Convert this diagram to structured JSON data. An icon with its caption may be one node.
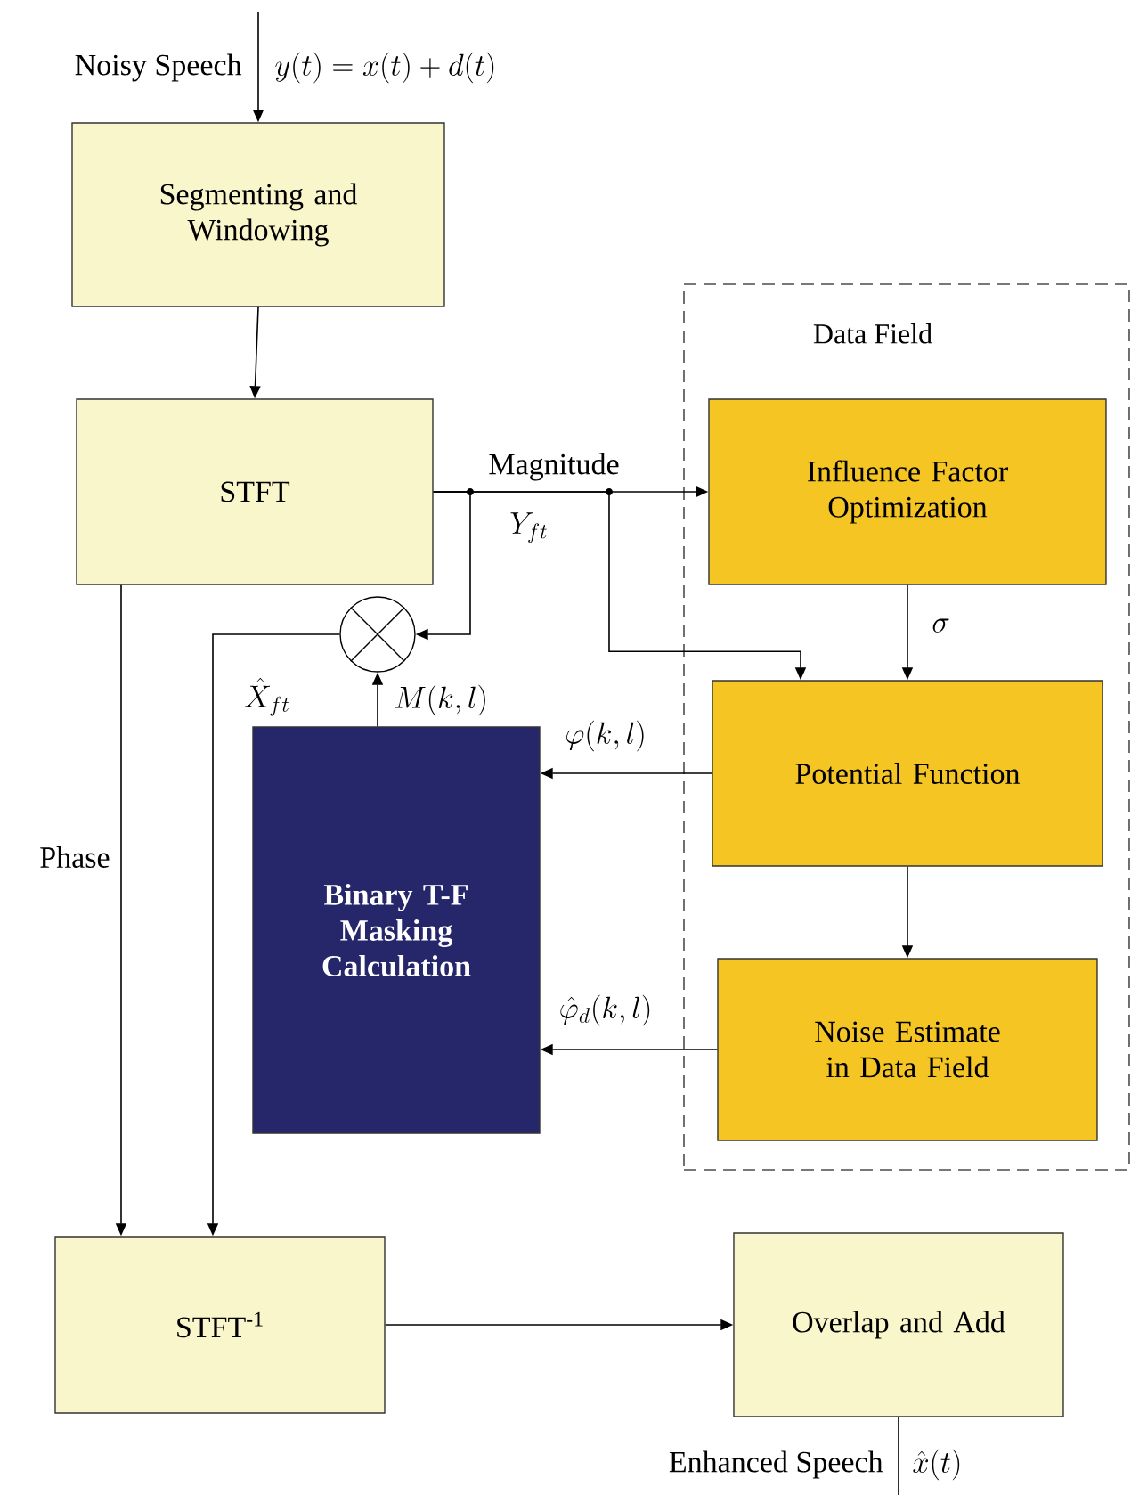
{
  "diagram": {
    "nodes": [
      {
        "text": [
          "Segmenting and Windowing"
        ]
      },
      {
        "text": [
          "STFT"
        ]
      },
      {
        "text": [
          "Data Field"
        ]
      },
      {
        "text": [
          "Influence Factor Optimization"
        ],
        "in": 2
      },
      {
        "text": [
          "Potential Function"
        ],
        "in": 2
      },
      {
        "text": [
          "Noise Estimate in Data Field"
        ],
        "in": 2
      },
      {
        "text": [],
        "shape": "circle"
      },
      {
        "text": [
          "Binary T-F Masking Calculation"
        ]
      },
      {
        "text": [
          "STFT$^{-1}$"
        ]
      },
      {
        "text": [
          "Overlap and Add"
        ]
      }
    ],
    "edges": [
      {
        "from": null,
        "to": 0,
        "arrow": "to"
      },
      {
        "from": 0,
        "to": 1,
        "arrow": "to"
      },
      {
        "from": 1,
        "to": 3,
        "arrow": "to",
        "label": "Magnitude"
      },
      {
        "from": 1,
        "to": 6,
        "arrow": "to"
      },
      {
        "from": 1,
        "to": 4,
        "arrow": "to"
      },
      {
        "from": 3,
        "to": 4,
        "arrow": "to",
        "label": "\\sigma"
      },
      {
        "from": 4,
        "to": 5,
        "arrow": "to"
      },
      {
        "from": 4,
        "to": 7,
        "arrow": "to",
        "label": "\\varphi(k,l)"
      },
      {
        "from": 5,
        "to": 7,
        "arrow": "to",
        "label": "\\hat{\\varphi}_d(k,l)"
      },
      {
        "from": 7,
        "to": 6,
        "arrow": "to",
        "label": "M(k,l)"
      },
      {
        "from": 6,
        "to": 8,
        "arrow": "to",
        "label": "\\hat{X}_{ft}"
      },
      {
        "from": 1,
        "to": 8,
        "arrow": "to",
        "label": "Phase"
      },
      {
        "from": 8,
        "to": 9,
        "arrow": "to"
      },
      {
        "from": 9,
        "to": null,
        "arrow": "none"
      }
    ],
    "labels": [
      "Noisy Speech",
      "y(t)=x(t)+d(t)",
      "Y_{ft}",
      "Enhanced Speech",
      "\\hat{x}(t)"
    ]
  }
}
